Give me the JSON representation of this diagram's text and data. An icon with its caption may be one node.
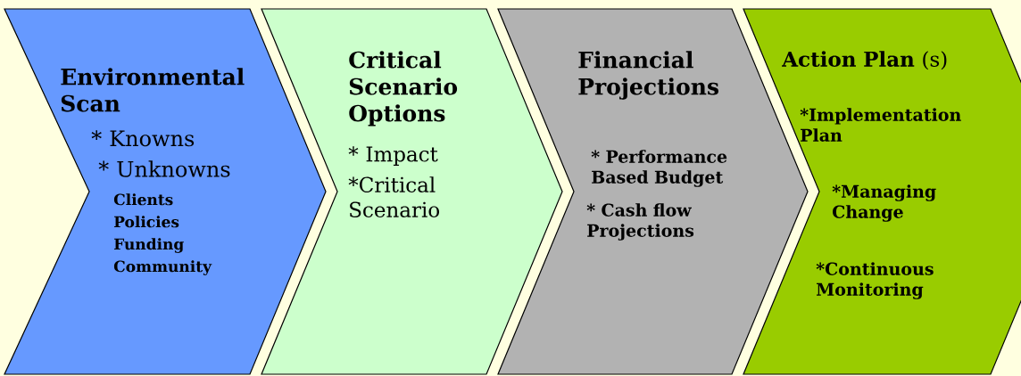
{
  "diagram": {
    "nodes": [
      {
        "text": [
          "Environmental Scan",
          "* Knowns",
          "* Unknowns",
          "Clients",
          "Policies",
          "Funding",
          "Community"
        ]
      },
      {
        "text": [
          "Critical Scenario Options",
          "* Impact",
          "*Critical Scenario"
        ]
      },
      {
        "text": [
          "Financial Projections",
          "* Performance Based Budget",
          "* Cash flow Projections"
        ]
      },
      {
        "text": [
          "**Action Plan** (s)",
          "*Implementation Plan",
          "*Managing Change",
          "*Continuous Monitoring"
        ]
      }
    ]
  }
}
